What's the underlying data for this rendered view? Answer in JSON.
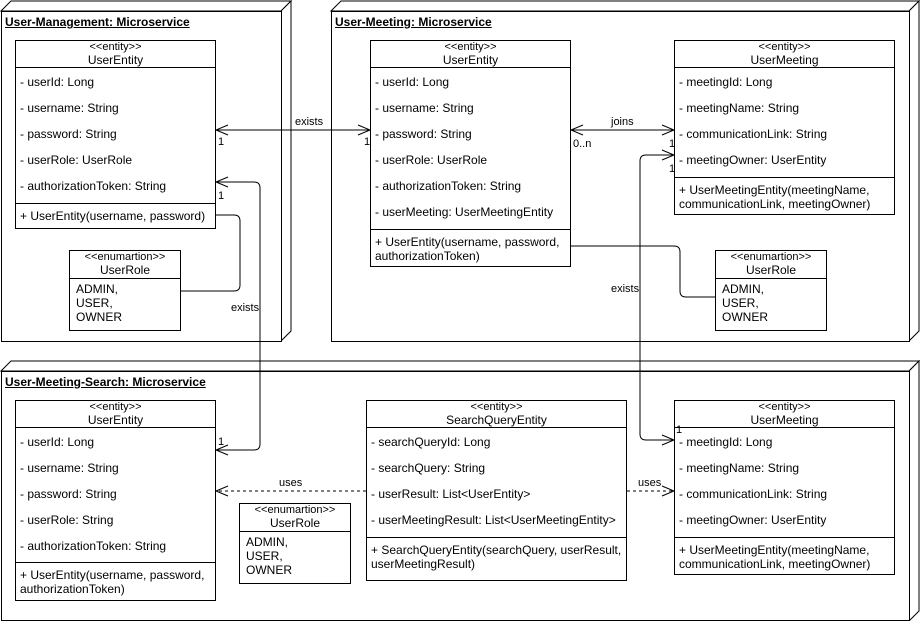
{
  "microservices": [
    {
      "title": "User-Management: Microservice"
    },
    {
      "title": "User-Meeting: Microservice"
    },
    {
      "title": "User-Meeting-Search: Microservice"
    }
  ],
  "um_user": {
    "stereotype": "<<entity>>",
    "name": "UserEntity",
    "attrs": [
      "- userId: Long",
      "- username: String",
      "- password: String",
      "- userRole: UserRole",
      "- authorizationToken: String"
    ],
    "method": "+ UserEntity(username, password)"
  },
  "um_role": {
    "stereotype": "<<enumartion>>",
    "name": "UserRole",
    "values": [
      "ADMIN,",
      "USER,",
      "OWNER"
    ]
  },
  "mt_user": {
    "stereotype": "<<entity>>",
    "name": "UserEntity",
    "attrs": [
      "- userId: Long",
      "- username: String",
      "- password: String",
      "- userRole: UserRole",
      "- authorizationToken: String",
      "- userMeeting: UserMeetingEntity"
    ],
    "method": "+ UserEntity(username, password, authorizationToken)"
  },
  "mt_meeting": {
    "stereotype": "<<entity>>",
    "name": "UserMeeting",
    "attrs": [
      "- meetingId: Long",
      "- meetingName: String",
      "- communicationLink: String",
      "- meetingOwner: UserEntity"
    ],
    "method": "+ UserMeetingEntity(meetingName, communicationLink, meetingOwner)"
  },
  "mt_role": {
    "stereotype": "<<enumartion>>",
    "name": "UserRole",
    "values": [
      "ADMIN,",
      "USER,",
      "OWNER"
    ]
  },
  "sr_user": {
    "stereotype": "<<entity>>",
    "name": "UserEntity",
    "attrs": [
      "- userId: Long",
      "- username: String",
      "- password: String",
      "- userRole: String",
      "- authorizationToken: String"
    ],
    "method": "+ UserEntity(username, password, authorizationToken)"
  },
  "sr_role": {
    "stereotype": "<<enumartion>>",
    "name": "UserRole",
    "values": [
      "ADMIN,",
      "USER,",
      "OWNER"
    ]
  },
  "sr_query": {
    "stereotype": "<<entity>>",
    "name": "SearchQueryEntity",
    "attrs": [
      "- searchQueryId: Long",
      "- searchQuery: String",
      "- userResult: List<UserEntity>",
      "- userMeetingResult: List<UserMeetingEntity>"
    ],
    "method": "+ SearchQueryEntity(searchQuery, userResult, userMeetingResult)"
  },
  "sr_meeting": {
    "stereotype": "<<entity>>",
    "name": "UserMeeting",
    "attrs": [
      "- meetingId: Long",
      "- meetingName: String",
      "- communicationLink: String",
      "- meetingOwner: UserEntity"
    ],
    "method": "+ UserMeetingEntity(meetingName, communicationLink, meetingOwner)"
  },
  "labels": {
    "exists_top": "exists",
    "joins": "joins",
    "exists_left": "exists",
    "exists_right": "exists",
    "uses_left": "uses",
    "uses_right": "uses",
    "mult_1": "1",
    "mult_0n": "0..n"
  }
}
